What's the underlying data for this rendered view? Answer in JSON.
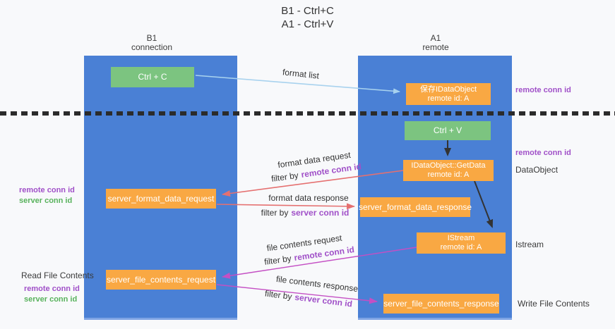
{
  "title": {
    "line1": "B1 - Ctrl+C",
    "line2": "A1 - Ctrl+V"
  },
  "lanes": {
    "left": {
      "name": "B1",
      "subtitle": "connection"
    },
    "right": {
      "name": "A1",
      "subtitle": "remote"
    }
  },
  "boxes": {
    "ctrl_c": {
      "label": "Ctrl + C"
    },
    "save_dataobject": {
      "line1": "保存IDataObject",
      "line2": "remote id: A"
    },
    "ctrl_v": {
      "label": "Ctrl + V"
    },
    "getdata": {
      "line1": "IDataObject::GetData",
      "line2": "remote id: A"
    },
    "server_format_data_request": {
      "label": "server_format_data_request"
    },
    "server_format_data_response": {
      "label": "server_format_data_response"
    },
    "istream": {
      "line1": "IStream",
      "line2": "remote id: A"
    },
    "server_file_contents_request": {
      "label": "server_file_contents_request"
    },
    "server_file_contents_response": {
      "label": "server_file_contents_response"
    }
  },
  "flows": {
    "format_list": "format list",
    "format_data_request": "format data request",
    "format_data_response": "format data response",
    "file_contents_request": "file contents request",
    "file_contents_response": "file contents response",
    "filter_by": "filter by",
    "remote_conn_id": "remote conn id",
    "server_conn_id": "server conn id"
  },
  "annotations": {
    "right_remote_conn_id_top": "remote conn id",
    "right_remote_conn_id_middle": "remote conn id",
    "dataobject": "DataObject",
    "istream": "Istream",
    "write_file_contents": "Write File Contents",
    "read_file_contents": "Read File Contents",
    "left_remote_conn_id_top": "remote conn id",
    "left_server_conn_id_top": "server conn id",
    "left_remote_conn_id_bottom": "remote conn id",
    "left_server_conn_id_bottom": "server conn id"
  },
  "colors": {
    "lane_blue": "#4a80d5",
    "box_orange": "#f9a843",
    "box_green": "#7cc480",
    "arrow_light_blue": "#a8d2ee",
    "arrow_red": "#e57070",
    "arrow_magenta": "#c44fc4",
    "arrow_black": "#333333",
    "text_purple": "#a050c8",
    "text_green": "#58b25c",
    "dashed_line": "#2b2b2b"
  }
}
